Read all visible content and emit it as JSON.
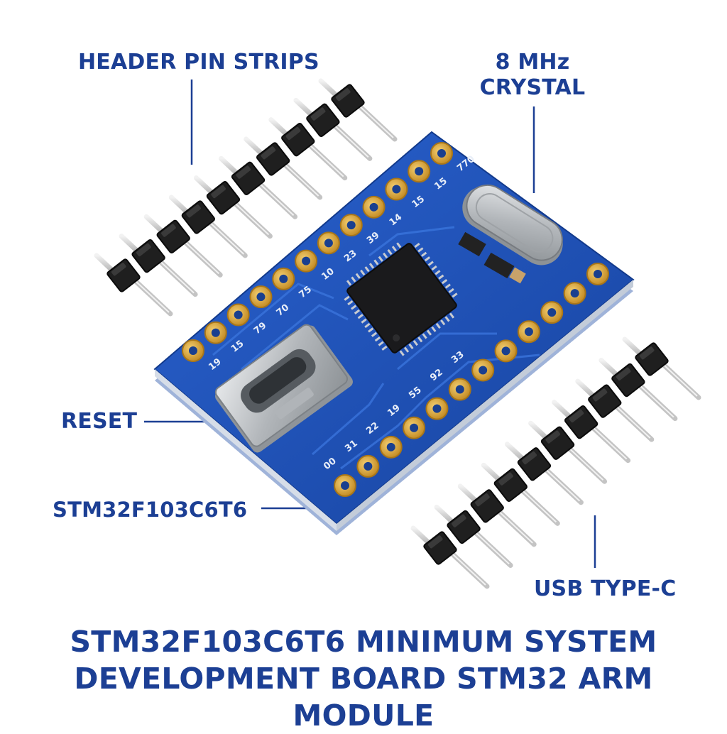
{
  "callouts": {
    "header_pins": "HEADER PIN STRIPS",
    "crystal_line1": "8 MHz",
    "crystal_line2": "CRYSTAL",
    "reset": "RESET",
    "mcu": "STM32F103C6T6",
    "usb": "USB TYPE-C"
  },
  "title": {
    "line1": "STM32F103C6T6 MINIMUM SYSTEM",
    "line2": "DEVELOPMENT BOARD STM32 ARM MODULE"
  },
  "pin_labels_top": [
    "19",
    "15",
    "79",
    "70",
    "75",
    "10",
    "23",
    "39",
    "14",
    "15",
    "15",
    "770"
  ],
  "pin_labels_bottom": [
    "00",
    "31",
    "22",
    "19",
    "55",
    "92",
    "33"
  ],
  "colors": {
    "label_blue": "#1c3f94",
    "pcb_blue": "#1d4fb8",
    "pad_gold": "#d8a33a",
    "header_black": "#1c1c1c",
    "metal": "#b9bcc0"
  },
  "icons": {
    "board": "pcb-board-icon",
    "mcu": "chip-icon",
    "crystal": "crystal-oscillator-icon",
    "usb": "usb-port-icon",
    "header": "pin-header-icon"
  }
}
